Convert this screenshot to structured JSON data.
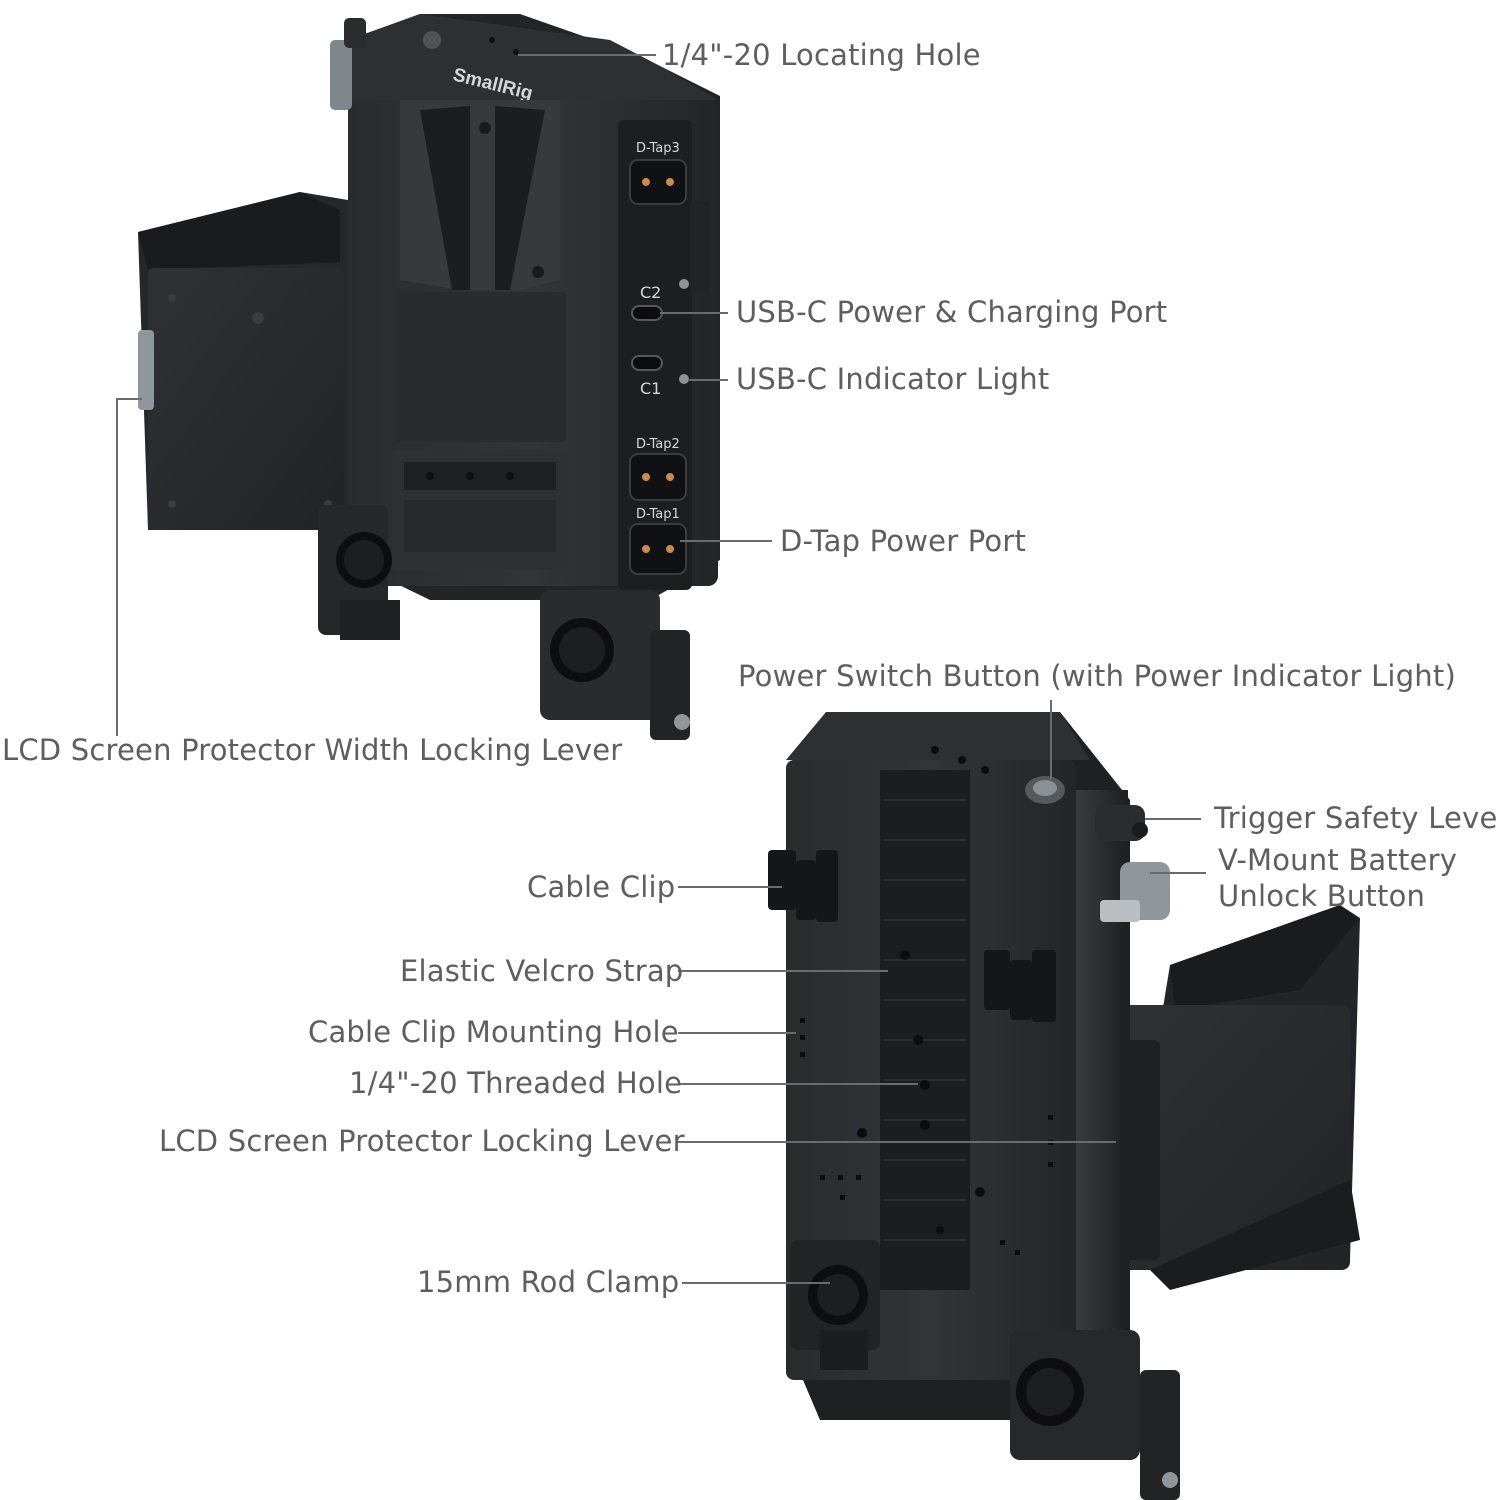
{
  "callouts": {
    "locating_hole": "1/4\"-20 Locating Hole",
    "usb_c_port": "USB-C Power & Charging Port",
    "usb_c_light": "USB-C Indicator Light",
    "dtap_port": "D-Tap Power Port",
    "lcd_width_lever": "LCD Screen Protector Width Locking Lever",
    "power_switch": "Power Switch Button (with Power Indicator Light)",
    "trigger_safety": "Trigger Safety Lever",
    "vmount_unlock_line1": "V-Mount Battery",
    "vmount_unlock_line2": "Unlock Button",
    "cable_clip": "Cable Clip",
    "velcro_strap": "Elastic Velcro Strap",
    "clip_mount_hole": "Cable Clip Mounting Hole",
    "threaded_hole": "1/4\"-20 Threaded Hole",
    "lcd_lock_lever": "LCD Screen Protector Locking Lever",
    "rod_clamp": "15mm Rod Clamp"
  },
  "device": {
    "brand": "SmallRig",
    "port_labels": {
      "dtap3": "D-Tap3",
      "dtap2": "D-Tap2",
      "dtap1": "D-Tap1",
      "c2": "C2",
      "c1": "C1"
    }
  },
  "colors": {
    "body": "#2b2c2e",
    "body_dark": "#1c1d1f",
    "body_light": "#3c3d40",
    "pins": "#c98a4a",
    "lever": "#8f979c",
    "text": "#5e5e5e",
    "leader": "#6b6b6b"
  }
}
